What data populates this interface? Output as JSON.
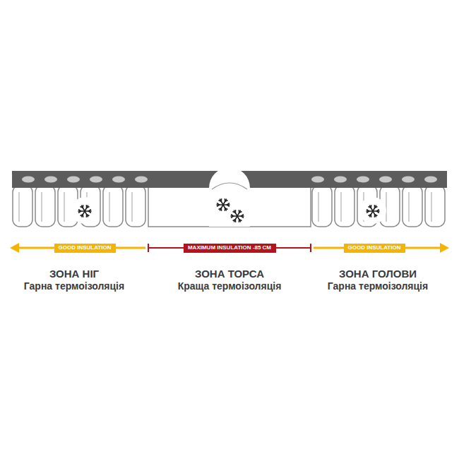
{
  "diagram": {
    "nodes": [
      {
        "text": [
          "GOOD INSULATION"
        ]
      },
      {
        "text": [
          "MAXIMUM INSULATION -85 CM"
        ]
      },
      {
        "text": [
          "GOOD INSULATION"
        ]
      }
    ],
    "labels": [
      "ЗОНА НІГ",
      "Гарна термоізоляція",
      "ЗОНА ТОРСА",
      "Краща термоізоляція",
      "ЗОНА ГОЛОВИ",
      "Гарна термоізоляція"
    ]
  }
}
